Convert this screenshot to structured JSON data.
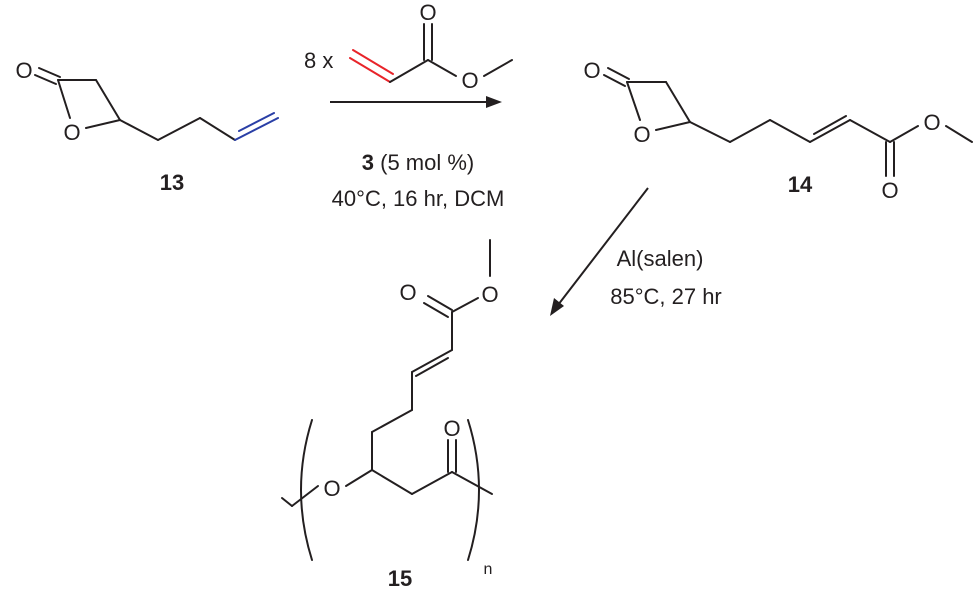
{
  "atoms": {
    "o_label": "O",
    "n_label": "n"
  },
  "step1": {
    "equiv": "8 x",
    "catalyst_number": "3",
    "catalyst_loading": " (5 mol %)",
    "conditions": "40°C, 16 hr, DCM"
  },
  "step2": {
    "reagent": "Al(salen)",
    "conditions": "85°C, 27 hr"
  },
  "compounds": {
    "start": "13",
    "metathesis_product": "14",
    "polymer": "15"
  },
  "colors": {
    "bond": "#231f20",
    "acrylate_alkene": "#e8242a",
    "terminal_alkene": "#2a3fa6"
  }
}
